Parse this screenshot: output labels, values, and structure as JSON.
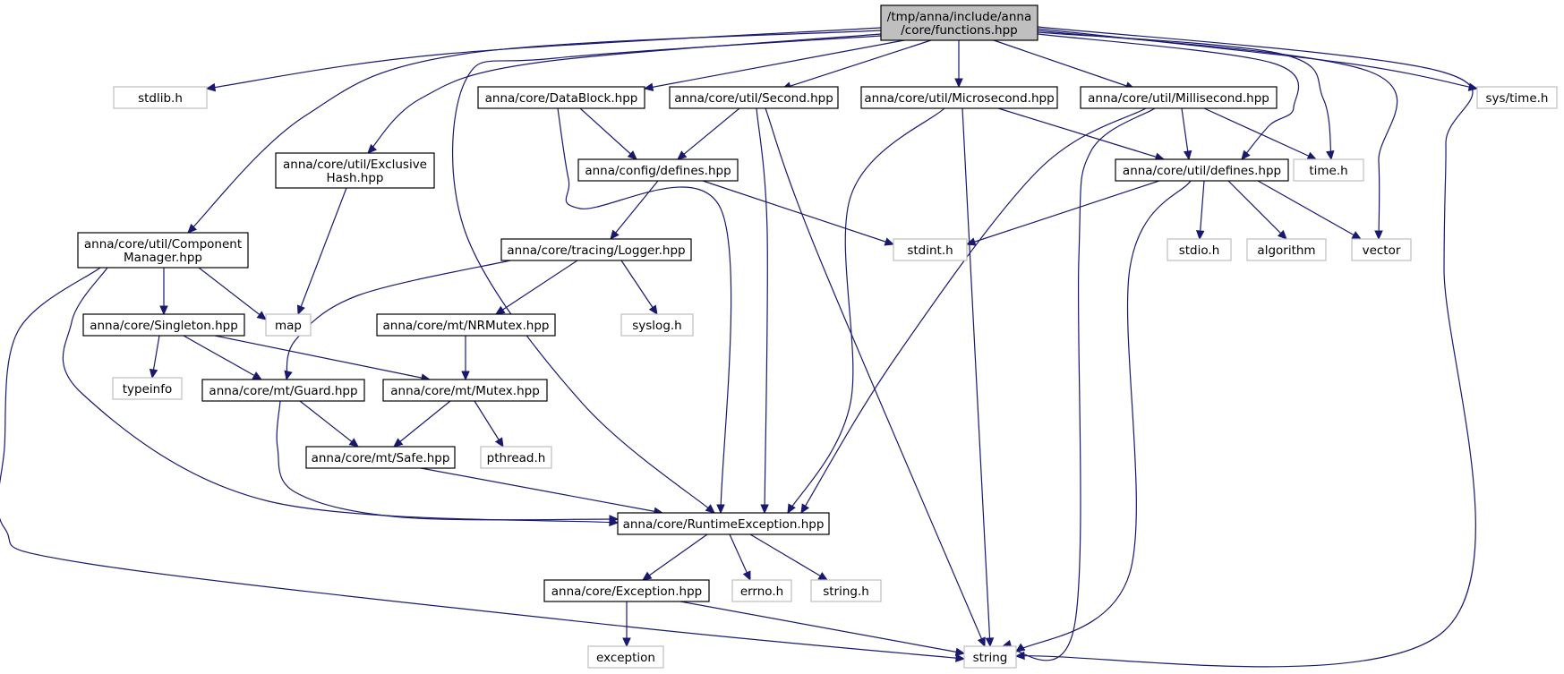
{
  "nodes": [
    {
      "id": "root",
      "lines": [
        "/tmp/anna/include/anna",
        "/core/functions.hpp"
      ],
      "kind": "root"
    },
    {
      "id": "stdlib",
      "lines": [
        "stdlib.h"
      ],
      "kind": "system"
    },
    {
      "id": "datablock",
      "lines": [
        "anna/core/DataBlock.hpp"
      ],
      "kind": "project"
    },
    {
      "id": "second",
      "lines": [
        "anna/core/util/Second.hpp"
      ],
      "kind": "project"
    },
    {
      "id": "microsecond",
      "lines": [
        "anna/core/util/Microsecond.hpp"
      ],
      "kind": "project"
    },
    {
      "id": "millisecond",
      "lines": [
        "anna/core/util/Millisecond.hpp"
      ],
      "kind": "project"
    },
    {
      "id": "systime",
      "lines": [
        "sys/time.h"
      ],
      "kind": "system"
    },
    {
      "id": "exclusive",
      "lines": [
        "anna/core/util/Exclusive",
        "Hash.hpp"
      ],
      "kind": "project"
    },
    {
      "id": "configdefines",
      "lines": [
        "anna/config/defines.hpp"
      ],
      "kind": "project"
    },
    {
      "id": "utildefines",
      "lines": [
        "anna/core/util/defines.hpp"
      ],
      "kind": "project"
    },
    {
      "id": "timeh",
      "lines": [
        "time.h"
      ],
      "kind": "system"
    },
    {
      "id": "component",
      "lines": [
        "anna/core/util/Component",
        "Manager.hpp"
      ],
      "kind": "project"
    },
    {
      "id": "logger",
      "lines": [
        "anna/core/tracing/Logger.hpp"
      ],
      "kind": "project"
    },
    {
      "id": "stdint",
      "lines": [
        "stdint.h"
      ],
      "kind": "system"
    },
    {
      "id": "stdio",
      "lines": [
        "stdio.h"
      ],
      "kind": "system"
    },
    {
      "id": "algorithm",
      "lines": [
        "algorithm"
      ],
      "kind": "system"
    },
    {
      "id": "vector",
      "lines": [
        "vector"
      ],
      "kind": "system"
    },
    {
      "id": "singleton",
      "lines": [
        "anna/core/Singleton.hpp"
      ],
      "kind": "project"
    },
    {
      "id": "map",
      "lines": [
        "map"
      ],
      "kind": "system"
    },
    {
      "id": "nrmutex",
      "lines": [
        "anna/core/mt/NRMutex.hpp"
      ],
      "kind": "project"
    },
    {
      "id": "syslog",
      "lines": [
        "syslog.h"
      ],
      "kind": "system"
    },
    {
      "id": "typeinfo",
      "lines": [
        "typeinfo"
      ],
      "kind": "system"
    },
    {
      "id": "guard",
      "lines": [
        "anna/core/mt/Guard.hpp"
      ],
      "kind": "project"
    },
    {
      "id": "mutex",
      "lines": [
        "anna/core/mt/Mutex.hpp"
      ],
      "kind": "project"
    },
    {
      "id": "safe",
      "lines": [
        "anna/core/mt/Safe.hpp"
      ],
      "kind": "project"
    },
    {
      "id": "pthread",
      "lines": [
        "pthread.h"
      ],
      "kind": "system"
    },
    {
      "id": "runtime",
      "lines": [
        "anna/core/RuntimeException.hpp"
      ],
      "kind": "project"
    },
    {
      "id": "exceptionhpp",
      "lines": [
        "anna/core/Exception.hpp"
      ],
      "kind": "project"
    },
    {
      "id": "errno",
      "lines": [
        "errno.h"
      ],
      "kind": "system"
    },
    {
      "id": "stringh",
      "lines": [
        "string.h"
      ],
      "kind": "system"
    },
    {
      "id": "exception",
      "lines": [
        "exception"
      ],
      "kind": "system"
    },
    {
      "id": "string",
      "lines": [
        "string"
      ],
      "kind": "system"
    }
  ],
  "edges": [
    [
      "root",
      "stdlib"
    ],
    [
      "root",
      "datablock"
    ],
    [
      "root",
      "second"
    ],
    [
      "root",
      "microsecond"
    ],
    [
      "root",
      "millisecond"
    ],
    [
      "root",
      "systime"
    ],
    [
      "root",
      "exclusive"
    ],
    [
      "root",
      "component"
    ],
    [
      "root",
      "runtime"
    ],
    [
      "root",
      "utildefines"
    ],
    [
      "root",
      "timeh"
    ],
    [
      "root",
      "vector"
    ],
    [
      "root",
      "string"
    ],
    [
      "datablock",
      "configdefines"
    ],
    [
      "datablock",
      "runtime"
    ],
    [
      "second",
      "configdefines"
    ],
    [
      "second",
      "runtime"
    ],
    [
      "second",
      "string"
    ],
    [
      "microsecond",
      "utildefines"
    ],
    [
      "microsecond",
      "runtime"
    ],
    [
      "microsecond",
      "string"
    ],
    [
      "millisecond",
      "utildefines"
    ],
    [
      "millisecond",
      "timeh"
    ],
    [
      "millisecond",
      "runtime"
    ],
    [
      "millisecond",
      "string"
    ],
    [
      "exclusive",
      "map"
    ],
    [
      "configdefines",
      "logger"
    ],
    [
      "configdefines",
      "stdint"
    ],
    [
      "utildefines",
      "stdint"
    ],
    [
      "utildefines",
      "stdio"
    ],
    [
      "utildefines",
      "algorithm"
    ],
    [
      "utildefines",
      "vector"
    ],
    [
      "utildefines",
      "string"
    ],
    [
      "component",
      "singleton"
    ],
    [
      "component",
      "map"
    ],
    [
      "component",
      "runtime"
    ],
    [
      "component",
      "string"
    ],
    [
      "logger",
      "nrmutex"
    ],
    [
      "logger",
      "syslog"
    ],
    [
      "logger",
      "guard"
    ],
    [
      "singleton",
      "typeinfo"
    ],
    [
      "singleton",
      "guard"
    ],
    [
      "singleton",
      "mutex"
    ],
    [
      "nrmutex",
      "mutex"
    ],
    [
      "guard",
      "safe"
    ],
    [
      "guard",
      "runtime"
    ],
    [
      "mutex",
      "safe"
    ],
    [
      "mutex",
      "pthread"
    ],
    [
      "safe",
      "runtime"
    ],
    [
      "runtime",
      "exceptionhpp"
    ],
    [
      "runtime",
      "errno"
    ],
    [
      "runtime",
      "stringh"
    ],
    [
      "exceptionhpp",
      "exception"
    ],
    [
      "exceptionhpp",
      "string"
    ]
  ],
  "colors": {
    "root_fill": "#bfbfbf",
    "node_border": "#000000",
    "system_border": "#bfbfbf",
    "edge": "#191970",
    "text": "#000000"
  }
}
